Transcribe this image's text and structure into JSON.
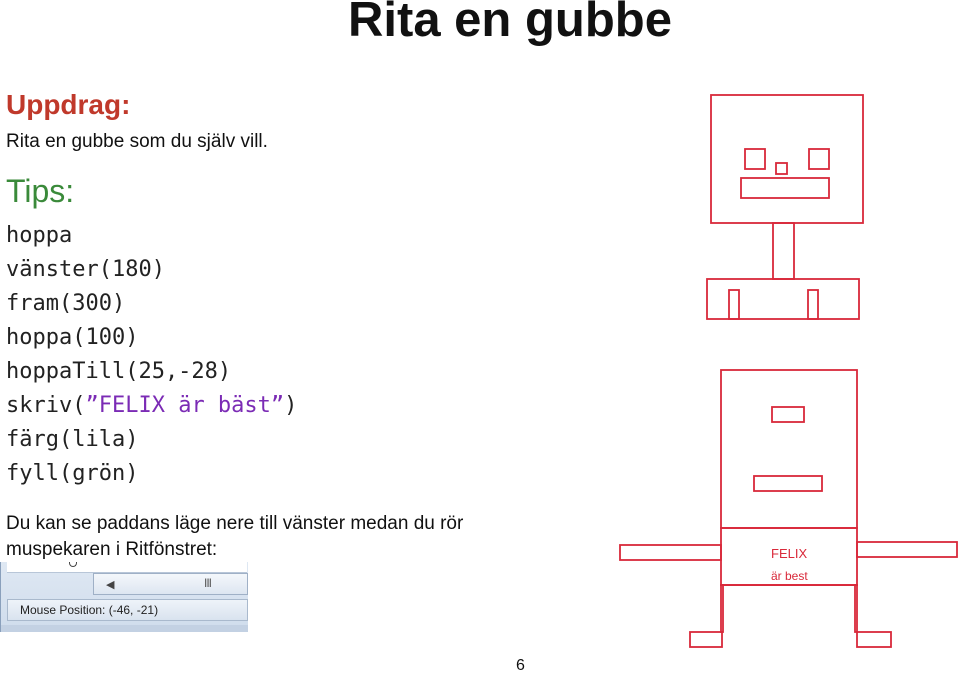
{
  "title": "Rita en gubbe",
  "assignment": {
    "heading": "Uppdrag:",
    "text": "Rita en gubbe som du själv vill."
  },
  "tips": {
    "heading": "Tips:",
    "lines": [
      {
        "code": "hoppa"
      },
      {
        "code": "vänster(180)"
      },
      {
        "code": "fram(300)"
      },
      {
        "code": "hoppa(100)"
      },
      {
        "code": "hoppaTill(25,-28)"
      },
      {
        "code_pre": "skriv(",
        "code_str": "”FELIX är bäst”",
        "code_post": ")"
      },
      {
        "code": "färg(lila)"
      },
      {
        "code": "fyll(grön)"
      }
    ]
  },
  "note": "Du kan se paddans läge nere till vänster medan du rör muspekaren i Ritfönstret:",
  "app_window": {
    "status_text": "Mouse Position: (-46, -21)",
    "scroll_grip": "III",
    "scroll_left_arrow": "◀",
    "scroll_left_icon": "chevron-left-icon"
  },
  "drawing": {
    "label_line1": "FELIX",
    "label_line2": "är best",
    "stroke_color": "#d9293a"
  },
  "page_number": "6"
}
